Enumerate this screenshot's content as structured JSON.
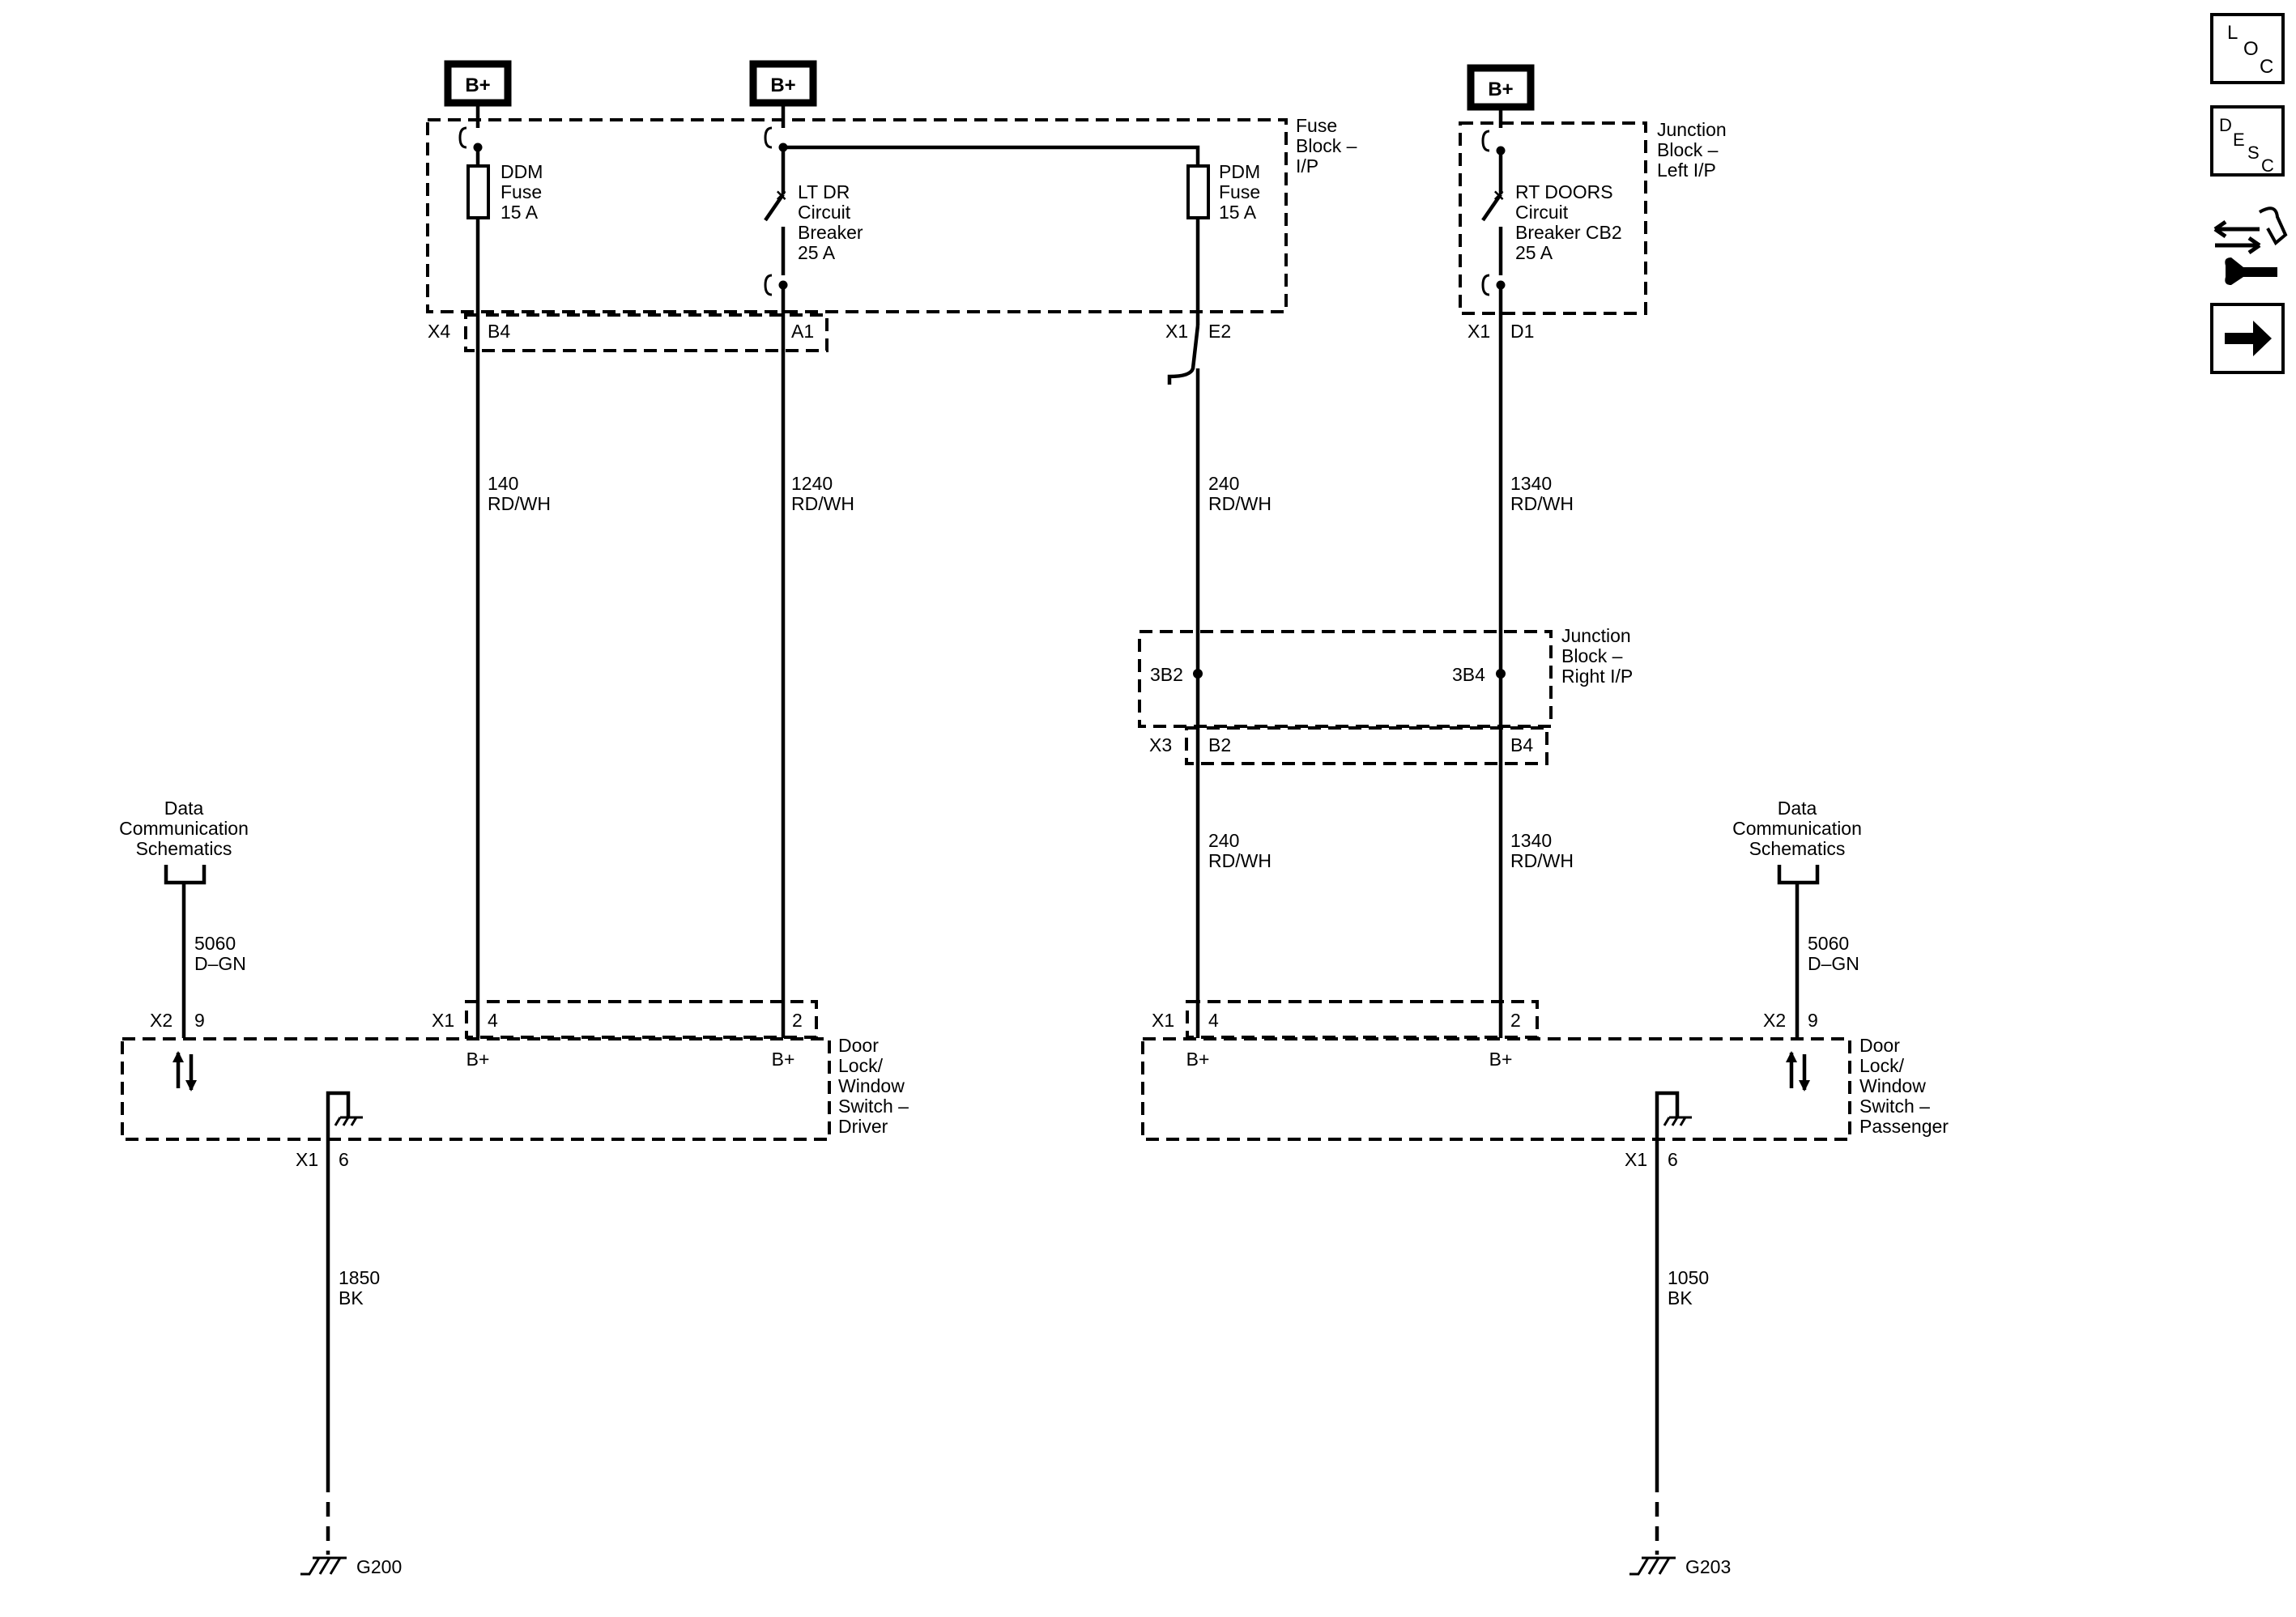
{
  "power": {
    "label": "B+"
  },
  "fuse_block": {
    "line1": "Fuse",
    "line2": "Block –",
    "line3": "I/P"
  },
  "fuses": {
    "ddm": {
      "line1": "DDM",
      "line2": "Fuse",
      "line3": "15 A"
    },
    "ltdr": {
      "line1": "LT DR",
      "line2": "Circuit",
      "line3": "Breaker",
      "line4": "25 A"
    },
    "pdm": {
      "line1": "PDM",
      "line2": "Fuse",
      "line3": "15 A"
    },
    "rtdoors": {
      "line1": "RT DOORS",
      "line2": "Circuit",
      "line3": "Breaker CB2",
      "line4": "25 A"
    }
  },
  "junction_left": {
    "line1": "Junction",
    "line2": "Block –",
    "line3": "Left I/P"
  },
  "junction_right": {
    "line1": "Junction",
    "line2": "Block –",
    "line3": "Right I/P"
  },
  "connectors": {
    "x4": "X4",
    "b4": "B4",
    "a1": "A1",
    "x1": "X1",
    "e2": "E2",
    "d1": "D1",
    "3b2": "3B2",
    "3b4": "3B4",
    "x3": "X3",
    "b2": "B2",
    "x2": "X2",
    "pin9": "9",
    "pin4": "4",
    "pin2": "2",
    "pin6": "6"
  },
  "wires": {
    "w140": {
      "num": "140",
      "color": "RD/WH"
    },
    "w1240": {
      "num": "1240",
      "color": "RD/WH"
    },
    "w240": {
      "num": "240",
      "color": "RD/WH"
    },
    "w1340": {
      "num": "1340",
      "color": "RD/WH"
    },
    "w5060": {
      "num": "5060",
      "color": "D–GN"
    },
    "w1850": {
      "num": "1850",
      "color": "BK"
    },
    "w1050": {
      "num": "1050",
      "color": "BK"
    }
  },
  "data_comm": {
    "line1": "Data",
    "line2": "Communication",
    "line3": "Schematics"
  },
  "switch_driver": {
    "line1": "Door",
    "line2": "Lock/",
    "line3": "Window",
    "line4": "Switch –",
    "line5": "Driver"
  },
  "switch_passenger": {
    "line1": "Door",
    "line2": "Lock/",
    "line3": "Window",
    "line4": "Switch –",
    "line5": "Passenger"
  },
  "pins": {
    "bplus": "B+"
  },
  "grounds": {
    "g200": "G200",
    "g203": "G203"
  },
  "nav": {
    "loc": {
      "l": "L",
      "o": "O",
      "c": "C"
    },
    "desc": {
      "d": "D",
      "e": "E",
      "s": "S",
      "c": "C"
    },
    "icons": [
      "connector-tool-icon",
      "next-arrow-icon"
    ]
  }
}
